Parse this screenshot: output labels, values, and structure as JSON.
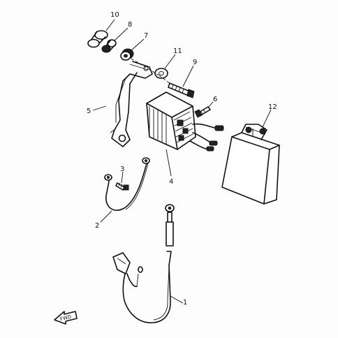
{
  "callouts": {
    "p1": "1",
    "p2": "2",
    "p3": "3",
    "p4": "4",
    "p5": "5",
    "p6": "6",
    "p7": "7",
    "p8": "8",
    "p9": "9",
    "p10": "10",
    "p11": "11",
    "p12": "12"
  },
  "fwd_label": "FWD"
}
